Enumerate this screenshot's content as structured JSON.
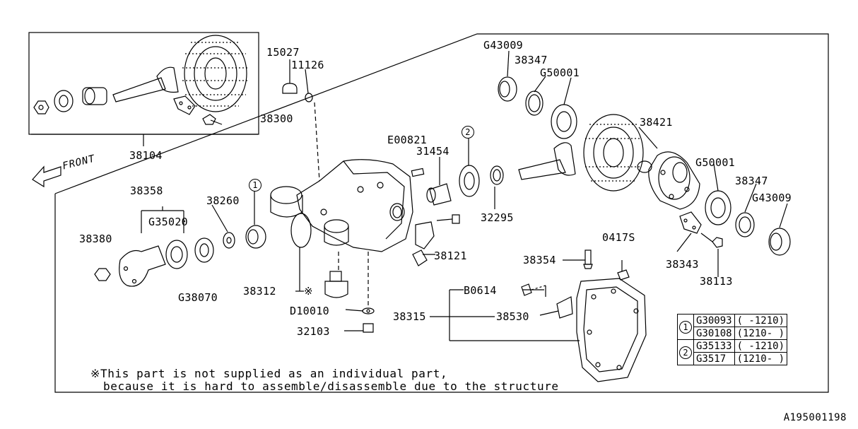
{
  "labels": {
    "p38104": "38104",
    "p15027": "15027",
    "p11126": "11126",
    "p38300": "38300",
    "pG43009a": "G43009",
    "p38347a": "38347",
    "pG50001a": "G50001",
    "p38421": "38421",
    "pE00821": "E00821",
    "p31454": "31454",
    "circle2": "2",
    "p32295": "32295",
    "pG50001b": "G50001",
    "p38347b": "38347",
    "pG43009b": "G43009",
    "p38358": "38358",
    "p38260": "38260",
    "circle1": "1",
    "pG35020": "G35020",
    "p38380": "38380",
    "pG38070": "G38070",
    "p38312": "38312",
    "p38121": "38121",
    "p38354": "38354",
    "p0417S": "0417S",
    "p38343": "38343",
    "p38113": "38113",
    "pD10010": "D10010",
    "p32103": "32103",
    "pB0614": "B0614",
    "p38315": "38315",
    "p38530": "38530",
    "asterisk": "※"
  },
  "front_label": "FRONT",
  "footnote": {
    "line1": "※This part is not supplied as an individual part,",
    "line2": "because it is hard to assemble/disassemble due to the structure"
  },
  "ref_table": {
    "group1": "1",
    "group2": "2",
    "rows": [
      {
        "part": "G30093",
        "range": "( -1210)"
      },
      {
        "part": "G30108",
        "range": "(1210- )"
      },
      {
        "part": "G35133",
        "range": "( -1210)"
      },
      {
        "part": "G3517",
        "range": "(1210- )"
      }
    ]
  },
  "diagram_id": "A195001198"
}
